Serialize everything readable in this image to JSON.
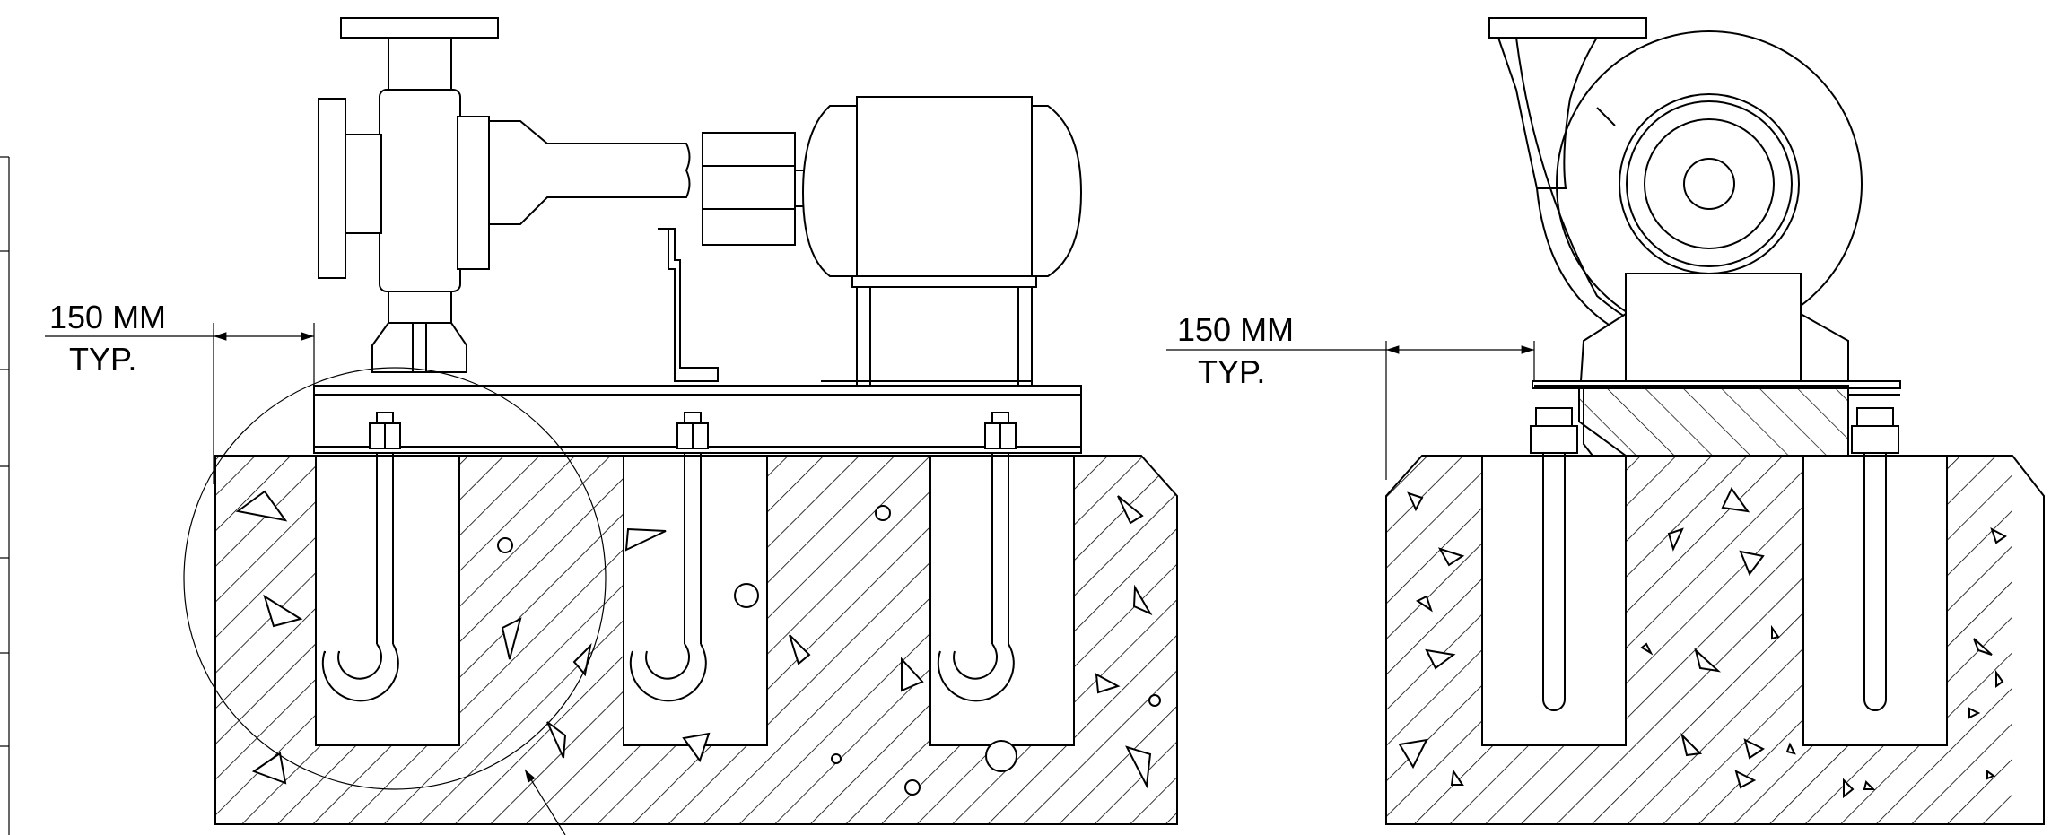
{
  "views": {
    "side": {
      "dim_line1": "150 MM",
      "dim_line2": "TYP."
    },
    "end": {
      "dim_line1": "150 MM",
      "dim_line2": "TYP."
    }
  },
  "colors": {
    "ink": "#000000",
    "paper": "#ffffff"
  },
  "icons": [
    "pump-body",
    "motor",
    "coupling",
    "j-bolt",
    "anchor-bolt",
    "hatch-concrete"
  ]
}
